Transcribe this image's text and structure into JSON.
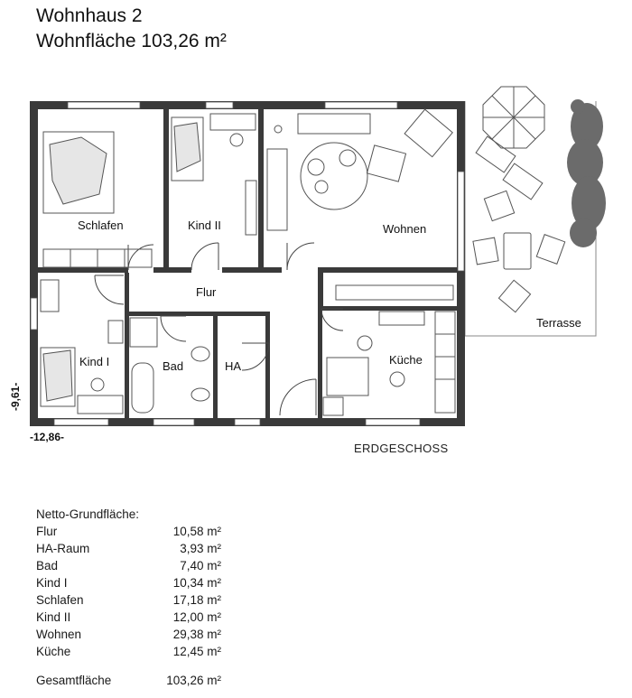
{
  "title": "Wohnhaus 2",
  "subtitle": "Wohnfläche 103,26 m²",
  "floor_label": "ERDGESCHOSS",
  "dimensions": {
    "width_label": "-12,86-",
    "depth_label": "-9,61-"
  },
  "rooms": {
    "schlafen": "Schlafen",
    "kind2": "Kind II",
    "wohnen": "Wohnen",
    "flur": "Flur",
    "kind1": "Kind I",
    "bad": "Bad",
    "ha": "HA",
    "kueche": "Küche",
    "terrasse": "Terrasse"
  },
  "areas": {
    "heading": "Netto-Grundfläche:",
    "rows": [
      {
        "name": "Flur",
        "value": "10,58 m²"
      },
      {
        "name": "HA-Raum",
        "value": "3,93 m²"
      },
      {
        "name": "Bad",
        "value": "7,40 m²"
      },
      {
        "name": "Kind I",
        "value": "10,34 m²"
      },
      {
        "name": "Schlafen",
        "value": "17,18 m²"
      },
      {
        "name": "Kind II",
        "value": "12,00 m²"
      },
      {
        "name": "Wohnen",
        "value": "29,38 m²"
      },
      {
        "name": "Küche",
        "value": "12,45 m²"
      }
    ],
    "total": {
      "name": "Gesamtfläche",
      "value": "103,26 m²"
    }
  }
}
